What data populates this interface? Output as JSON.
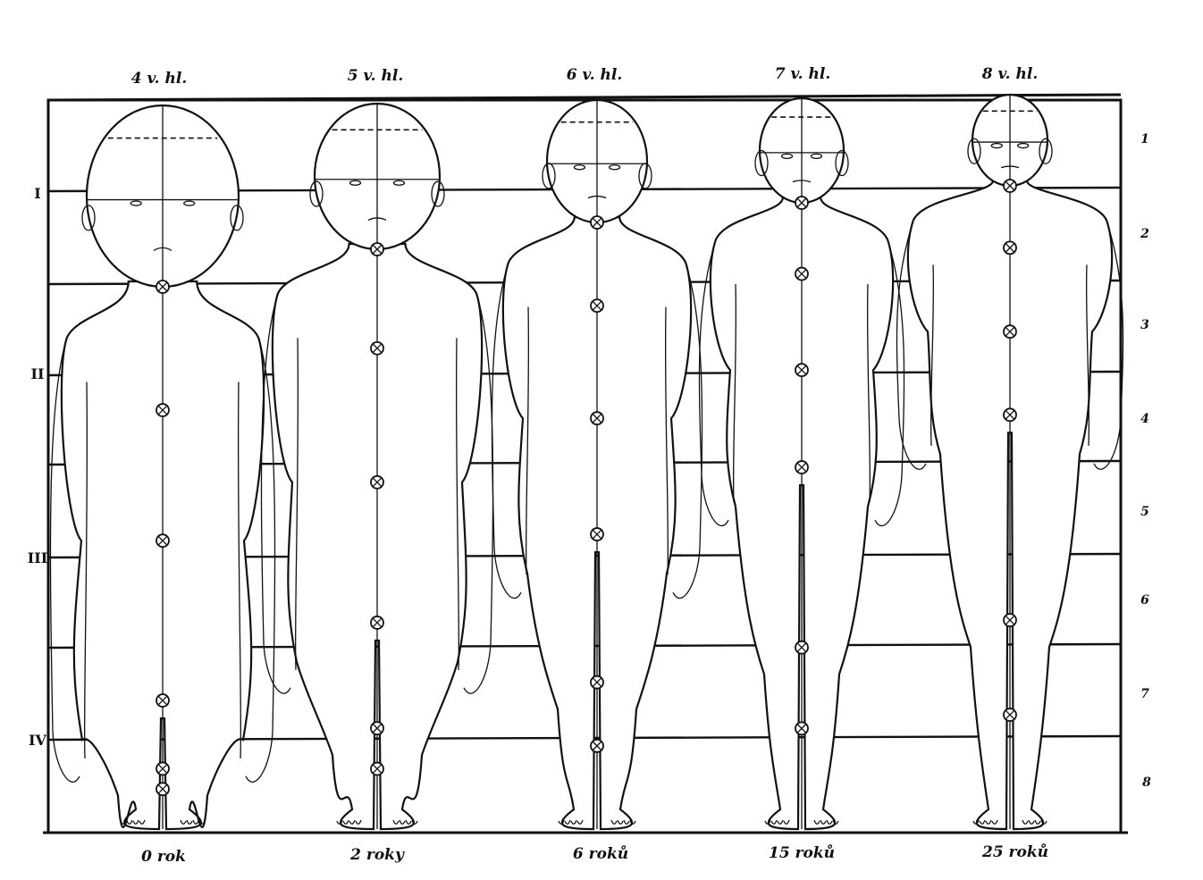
{
  "figure": {
    "head_count_labels": [
      "4 v. hl.",
      "5 v. hl.",
      "6 v. hl.",
      "7 v. hl.",
      "8 v. hl."
    ],
    "age_labels": [
      "0 rok",
      "2 roky",
      "6 roků",
      "15 roků",
      "25 roků"
    ],
    "left_scale": [
      "I",
      "II",
      "III",
      "IV"
    ],
    "right_scale": [
      "1",
      "2",
      "3",
      "4",
      "5",
      "6",
      "7",
      "8"
    ]
  },
  "figures": [
    {
      "id": "infant",
      "head_units": 4
    },
    {
      "id": "toddler",
      "head_units": 5
    },
    {
      "id": "child",
      "head_units": 6
    },
    {
      "id": "teen",
      "head_units": 7
    },
    {
      "id": "adult",
      "head_units": 8
    }
  ]
}
